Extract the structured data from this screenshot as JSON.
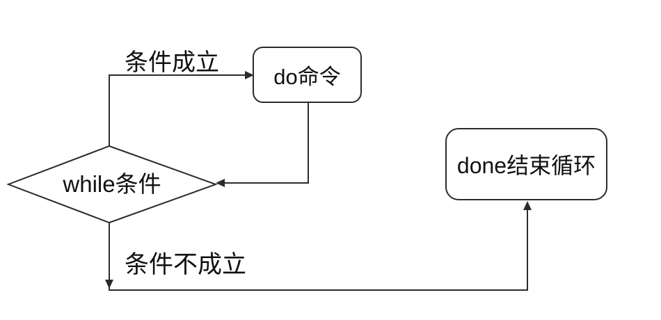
{
  "diagram": {
    "type": "flowchart",
    "background_color": "#ffffff",
    "line_color": "#2b2b2b",
    "text_color": "#111111",
    "nodes": [
      {
        "id": "while-decision",
        "shape": "diamond",
        "label": "while条件"
      },
      {
        "id": "do-command",
        "shape": "rounded-rectangle",
        "label": "do命令"
      },
      {
        "id": "done-end",
        "shape": "rounded-rectangle",
        "label": "done结束循环"
      }
    ],
    "edges": [
      {
        "from": "while-decision",
        "to": "do-command",
        "label": "条件成立"
      },
      {
        "from": "do-command",
        "to": "while-decision",
        "label": ""
      },
      {
        "from": "while-decision",
        "to": "done-end",
        "label": "条件不成立"
      }
    ]
  }
}
